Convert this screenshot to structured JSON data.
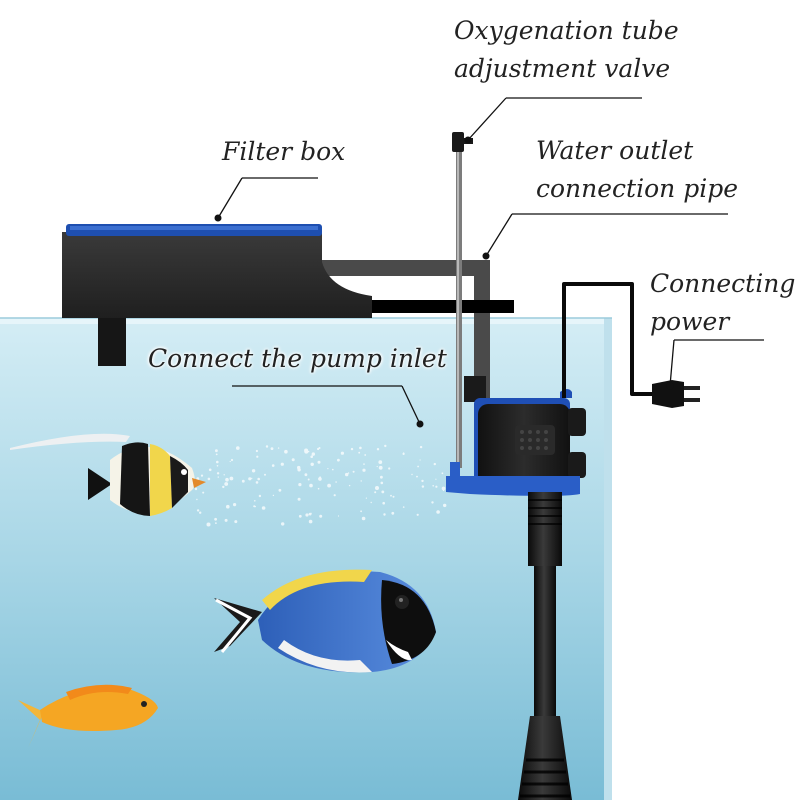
{
  "labels": {
    "oxygenation_valve": [
      "Oxygenation tube",
      "adjustment valve"
    ],
    "filter_box": "Filter box",
    "water_outlet": [
      "Water outlet",
      "connection pipe"
    ],
    "connecting_power": [
      "Connecting",
      "power"
    ],
    "pump_inlet": "Connect the pump inlet"
  },
  "colors": {
    "water_top": "#cfeaf3",
    "water_bottom": "#7fc0d8",
    "filter_box_body": "#2e2e2e",
    "filter_media": "#1e4fb0",
    "pump_accent": "#1f4fb5",
    "pump_body": "#1c1c1c",
    "label_text": "#222222"
  },
  "icons": {
    "plug": "power-plug-icon",
    "fish": [
      "moorish-idol-fish",
      "powder-blue-tang-fish",
      "orange-anthias-fish"
    ]
  }
}
